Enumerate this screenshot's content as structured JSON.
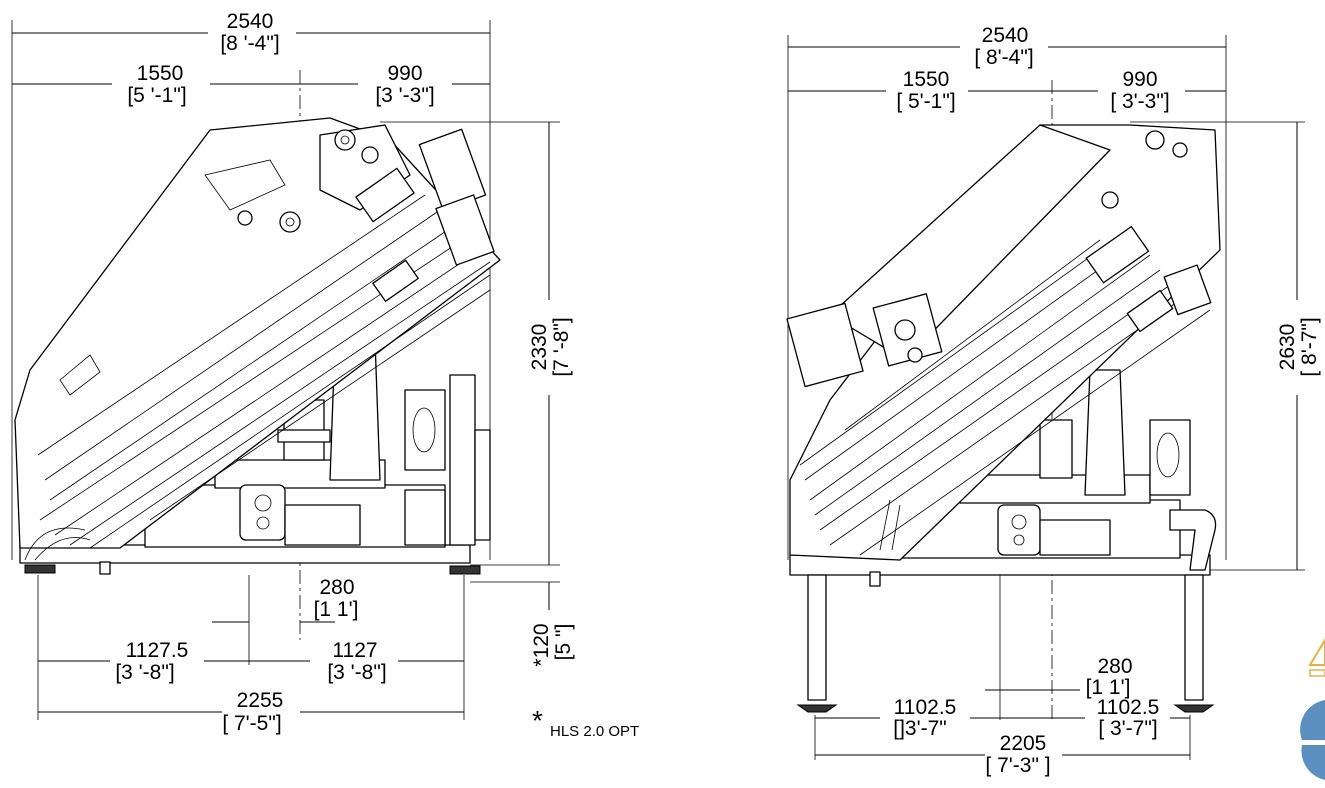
{
  "left_view": {
    "overall_width": {
      "value": "2540",
      "imperial": "[8 '-4\"]"
    },
    "left_offset": {
      "value": "1550",
      "imperial": "[5 '-1\"]"
    },
    "right_offset": {
      "value": "990",
      "imperial": "[3 '-3\"]"
    },
    "height": {
      "value": "2330",
      "imperial": "[7 '-8\"]"
    },
    "stabilizer_drop": {
      "value": "*120",
      "imperial": "[5 \"]"
    },
    "center_offset": {
      "value": "280",
      "imperial": "[1 1']"
    },
    "left_leg": {
      "value": "1127.5",
      "imperial": "[3 '-8\"]"
    },
    "right_leg": {
      "value": "1127",
      "imperial": "[3 '-8\"]"
    },
    "base_width": {
      "value": "2255",
      "imperial": "[ 7'-5\"]"
    },
    "note_star": "*",
    "note_text": "HLS 2.0 OPT"
  },
  "right_view": {
    "overall_width": {
      "value": "2540",
      "imperial": "[ 8'-4\"]"
    },
    "left_offset": {
      "value": "1550",
      "imperial": "[ 5'-1\"]"
    },
    "right_offset": {
      "value": "990",
      "imperial": "[ 3'-3\"]"
    },
    "height": {
      "value": "2630",
      "imperial": "[ 8'-7\"]"
    },
    "center_offset": {
      "value": "280",
      "imperial": "[1 1']"
    },
    "left_leg": {
      "value": "1102.5",
      "imperial": "[]3'-7\""
    },
    "right_leg": {
      "value": "1102.5",
      "imperial": "[ 3'-7\"]"
    },
    "base_width": {
      "value": "2205",
      "imperial": "[ 7'-3\" ]"
    }
  },
  "colors": {
    "line": "#000000",
    "watermark_orange": "#e8b04a",
    "watermark_blue": "#5a8fc0"
  }
}
